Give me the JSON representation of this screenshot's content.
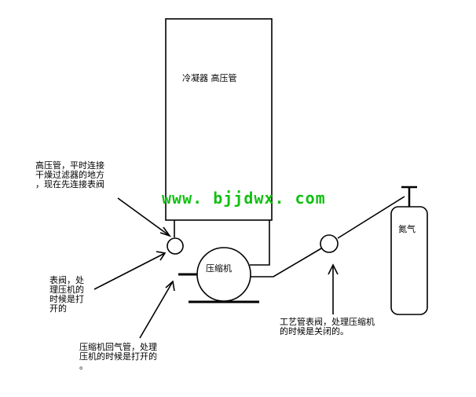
{
  "labels": {
    "condenser": "冷凝器  高压管",
    "compressor": "压缩机",
    "nitrogen": "氮气",
    "high_pressure_note": "高压管，平时连接\n干燥过滤器的地方\n，现在先连接表阀",
    "gauge_valve_note": "表阀，处\n理压机的\n时候是打\n开的",
    "suction_note": "压缩机回气管，处理\n压机的时候是打开的\n。",
    "process_valve_note": "工艺管表阀，处理压缩机\n的时候是关闭的。"
  },
  "watermark": "www. bjjdwx. com",
  "colors": {
    "line": "#000000",
    "background": "#ffffff",
    "watermark": "#12c012"
  }
}
